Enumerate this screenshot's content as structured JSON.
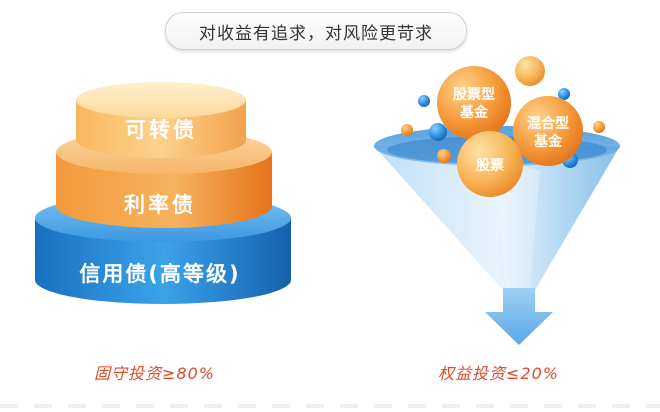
{
  "header": {
    "title": "对收益有追求，对风险更苛求"
  },
  "left": {
    "tiers": [
      {
        "label": "可转债"
      },
      {
        "label": "利率债"
      },
      {
        "label": "信用债(高等级)"
      }
    ],
    "caption": "固守投资≥80%"
  },
  "right": {
    "bubbles": [
      {
        "label_line1": "股票型",
        "label_line2": "基金"
      },
      {
        "label_line1": "混合型",
        "label_line2": "基金"
      },
      {
        "label_line1": "股票",
        "label_line2": ""
      }
    ],
    "caption": "权益投资≤20%"
  },
  "colors": {
    "orange_light": "#fbd38a",
    "orange": "#f5a04a",
    "orange_dark": "#e8781d",
    "blue": "#2b8fdc",
    "blue_dark": "#1760a8",
    "funnel_light": "#cfe7fa",
    "funnel": "#8cc4ee",
    "caption_red": "#e24a2a"
  }
}
